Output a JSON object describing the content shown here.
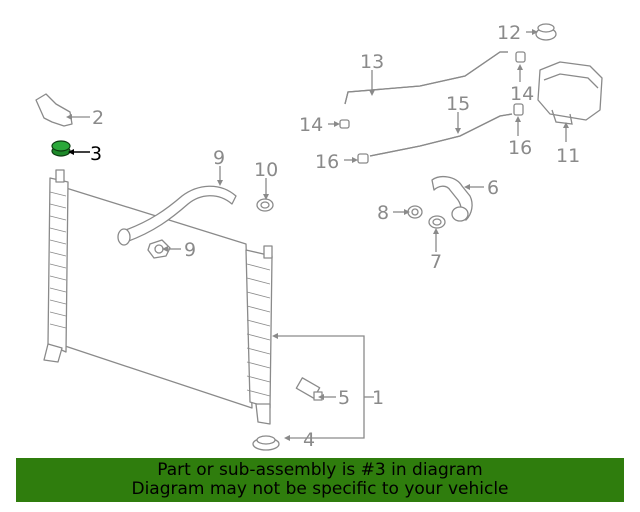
{
  "callouts": {
    "c1": "1",
    "c2": "2",
    "c3": "3",
    "c4": "4",
    "c5": "5",
    "c6": "6",
    "c7": "7",
    "c8": "8",
    "c9a": "9",
    "c9b": "9",
    "c10": "10",
    "c11": "11",
    "c12": "12",
    "c13": "13",
    "c14a": "14",
    "c14b": "14",
    "c15": "15",
    "c16a": "16",
    "c16b": "16"
  },
  "highlighted_part": "3",
  "colors": {
    "highlight": "#1e8a2a",
    "banner": "#2f7d0d",
    "line": "#8a8a8a"
  },
  "banner": {
    "line1": "Part or sub-assembly is #3 in diagram",
    "line2": "Diagram may not be specific to your vehicle"
  }
}
